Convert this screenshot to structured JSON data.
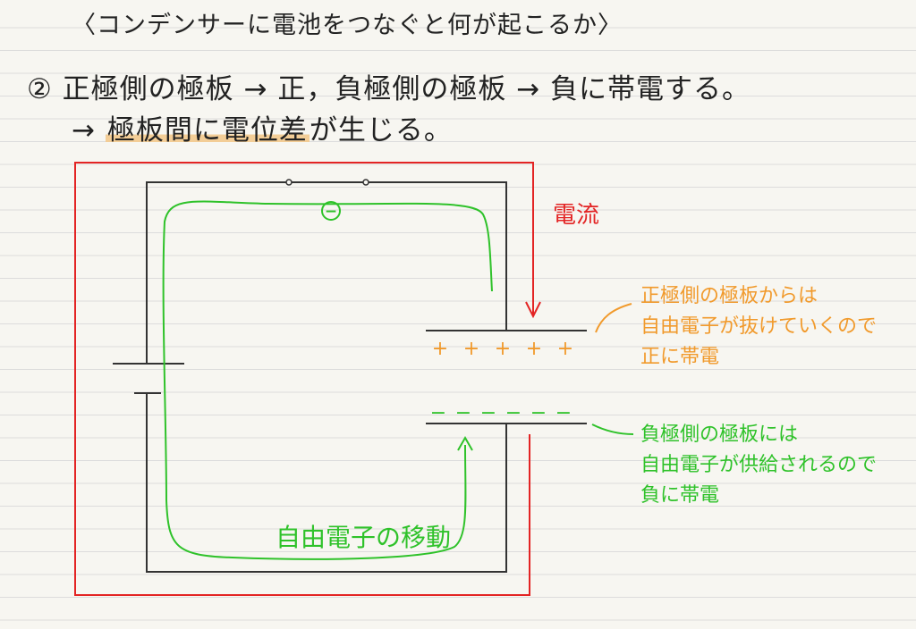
{
  "title": "〈コンデンサーに電池をつなぐと何が起こるか〉",
  "line1": "② 正極側の極板 → 正，負極側の極板 → 負に帯電する。",
  "line2": {
    "arrow": "→ ",
    "highlight": "極板間に電位差",
    "rest": "が生じる。"
  },
  "labels": {
    "current": "電流",
    "electron_flow": "自由電子の移動",
    "minus_circle": "−",
    "plus_signs": [
      "+",
      "+",
      "+",
      "+",
      "+"
    ],
    "minus_signs": [
      "−",
      "−",
      "−",
      "−",
      "−",
      "−"
    ]
  },
  "notes": {
    "positive_plate": [
      "正極側の極板からは",
      "自由電子が抜けていくので",
      "正に帯電"
    ],
    "negative_plate": [
      "負極側の極板には",
      "自由電子が供給されるので",
      "負に帯電"
    ]
  },
  "colors": {
    "current": "#e32424",
    "electron": "#2fc22a",
    "positive_note": "#f19a2c",
    "negative_note": "#2fc22a",
    "highlight": "#f3cd96",
    "wire": "#333333"
  }
}
